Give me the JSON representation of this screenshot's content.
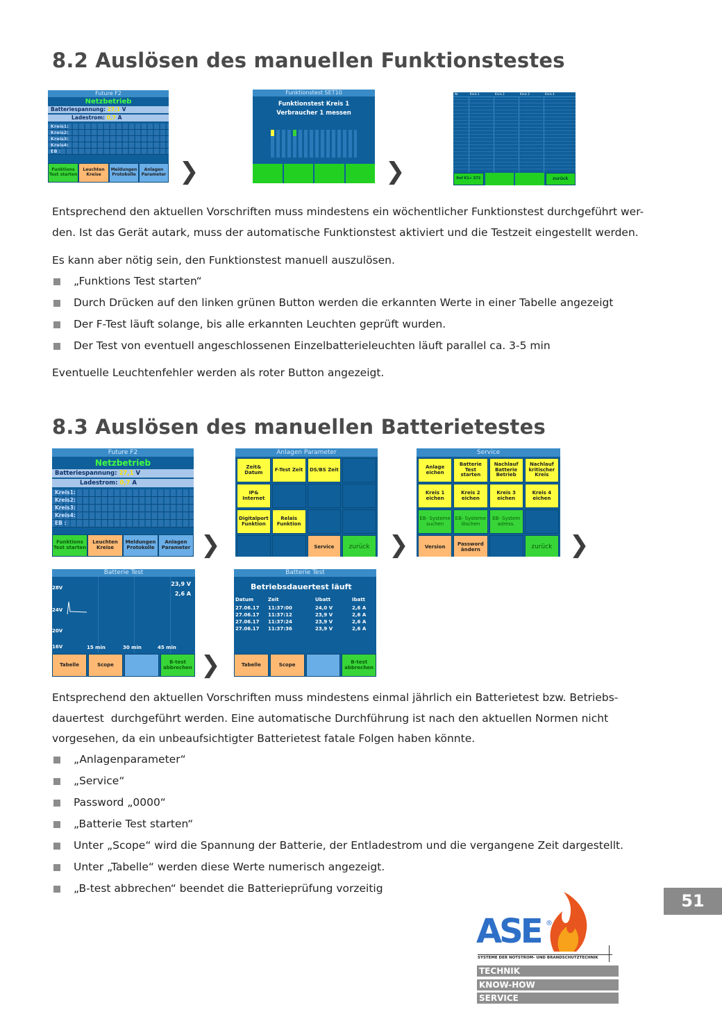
{
  "section_82": {
    "heading": "8.2 Auslösen des manuellen Funktionstestes",
    "para1": "Entsprechend den aktuellen Vorschriften muss mindestens ein wöchentlicher Funktionstest durchgeführt wer-",
    "para1b": "den. Ist das Gerät autark, muss der automatische Funktionstest aktiviert und die Testzeit eingestellt werden.",
    "para2": "Es kann aber nötig sein, den Funktionstest manuell auszulösen.",
    "bullets": [
      "„Funktions Test starten“",
      "Durch Drücken auf den linken grünen Button werden die erkannten Werte in einer Tabelle angezeigt",
      "Der F-Test läuft solange, bis alle erkannten Leuchten geprüft wurden.",
      "Der Test von eventuell angeschlossenen Einzelbatterieleuchten läuft parallel ca. 3-5 min"
    ],
    "para3": "Eventuelle Leuchtenfehler werden als roter Button angezeigt."
  },
  "section_83": {
    "heading": "8.3 Auslösen des manuellen Batterietestes",
    "para1": "Entsprechend den aktuellen Vorschriften muss mindestens einmal jährlich ein Batterietest bzw. Betriebs-",
    "para1b": "dauertest  durchgeführt werden. Eine automatische Durchführung ist nach den aktuellen Normen nicht",
    "para1c": "vorgesehen, da ein unbeaufsichtigter Batterietest fatale Folgen haben könnte.",
    "bullets": [
      "„Anlagenparameter“",
      "„Service“",
      "Password „0000“",
      "„Batterie Test starten“",
      "Unter „Scope“ wird die Spannung der Batterie, der Entladestrom und die vergangene Zeit dargestellt.",
      "Unter „Tabelle“ werden diese Werte numerisch angezeigt.",
      "„B-test abbrechen“ beendet die Batterieprüfung vorzeitig"
    ]
  },
  "arrow_glyph": "❯",
  "screen_main": {
    "title": "Future F2",
    "status": "Netzbetrieb",
    "batt_label": "Batteriespannung:",
    "batt_value": "27,1",
    "batt_unit": "V",
    "lade_label": "Ladestrom:",
    "lade_value": "0,7",
    "lade_unit": "A",
    "kreise": [
      "Kreis1:",
      "Kreis2:",
      "Kreis3:",
      "Kreis4:",
      "EB :"
    ],
    "buttons": [
      "Funktions Test starten",
      "Leuchten Kreise",
      "Meldungen Protokolle",
      "Anlagen Parameter"
    ]
  },
  "screen_ftest": {
    "title": "Funktionstest SET10",
    "line1": "Funktionstest Kreis 1",
    "line2": "Verbraucher 1 messen"
  },
  "screen_table": {
    "headers": [
      "Nr.",
      "Kreis 1",
      "Kreis 2",
      "Kreis 3",
      "Kreis 4"
    ],
    "footer_left": "Ref K1+ S72",
    "footer_right": "zurück"
  },
  "screen_anlagen": {
    "title": "Anlagen Parameter",
    "buttons": [
      "Zeit& Datum",
      "F-Test Zeit",
      "DS/BS Zeit",
      "IP& Internet",
      "Digitalport Funktion",
      "Relais Funktion",
      "Service",
      "zurück"
    ]
  },
  "screen_service": {
    "title": "Service",
    "buttons": [
      "Anlage eichen",
      "Batterie Test starten",
      "Nachlauf Batterie Betrieb",
      "Nachlauf kritischer Kreis",
      "Kreis 1 eichen",
      "Kreis 2 eichen",
      "Kreis 3 eichen",
      "Kreis 4 eichen",
      "EB- Systeme suchen",
      "EB- Systeme löschen",
      "EB- System adress.",
      "Version",
      "Password ändern",
      "zurück"
    ]
  },
  "screen_scope": {
    "title": "Batterie Test",
    "voltage": "23,9 V",
    "current": "2,6 A",
    "y_labels": [
      "28V",
      "24V",
      "20V",
      "16V"
    ],
    "x_labels": [
      "15 min",
      "30 min",
      "45 min"
    ],
    "buttons": [
      "Tabelle",
      "Scope",
      "B-test abbrechen"
    ]
  },
  "screen_dauertest": {
    "title": "Batterie Test",
    "heading": "Betriebsdauertest läuft",
    "headers": [
      "Datum",
      "Zeit",
      "Ubatt",
      "Ibatt"
    ],
    "rows": [
      [
        "27.06.17",
        "11:37:00",
        "24,0 V",
        "2,6 A"
      ],
      [
        "27.06.17",
        "11:37:12",
        "23,9 V",
        "2,6 A"
      ],
      [
        "27.06.17",
        "11:37:24",
        "23,9 V",
        "2,6 A"
      ],
      [
        "27.06.17",
        "11:37:36",
        "23,9 V",
        "2,6 A"
      ]
    ],
    "buttons": [
      "Tabelle",
      "Scope",
      "B-test abbrechen"
    ]
  },
  "page_number": "51",
  "logo": {
    "brand": "ASE",
    "reg": "®",
    "tagline": "SYSTEME DER NOTSTROM- UND BRANDSCHUTZTECHNIK",
    "tags": [
      "TECHNIK",
      "KNOW-HOW",
      "SERVICE"
    ]
  }
}
